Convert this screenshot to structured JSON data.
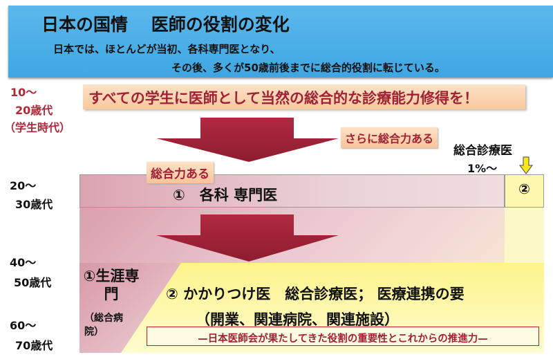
{
  "header": {
    "title": "日本の国情　 医師の役割の変化",
    "subtitle_line1": "日本では、ほとんどが当初、各科専門医となり、",
    "subtitle_line2": "その後、多くが50歳前後までに総合的役割に転じている。"
  },
  "ages": {
    "a10": "10～",
    "a20s": "20歳代",
    "student": "（学生時代）",
    "a20": "20～",
    "a30s": "30歳代",
    "a40": "40～",
    "a50s": "50歳代",
    "a60": "60～",
    "a70s": "70歳代"
  },
  "banner": "すべての学生に医師として当然の総合的な診療能力修得を！",
  "tags": {
    "more_general": "さらに総合力ある",
    "general": "総合力ある"
  },
  "general_physician": {
    "label": "総合診療医",
    "percent": "1%～",
    "marker": "②"
  },
  "specialist_row": "①　各科 専門医",
  "lifelong": {
    "name": "①生涯専門",
    "sub": "（総合病院）"
  },
  "gp": {
    "title": "② かかりつけ医　総合診療医；  医療連携の要",
    "sub": "（開業、関連病院、関連施設）"
  },
  "jma": "—日本医師会が果たしてきた役割の重要性とこれからの推進力—",
  "colors": {
    "header": "#3fa6e2",
    "accent_red": "#a02235",
    "arrow": "#9e2235",
    "yellow": "#fdf48a"
  }
}
